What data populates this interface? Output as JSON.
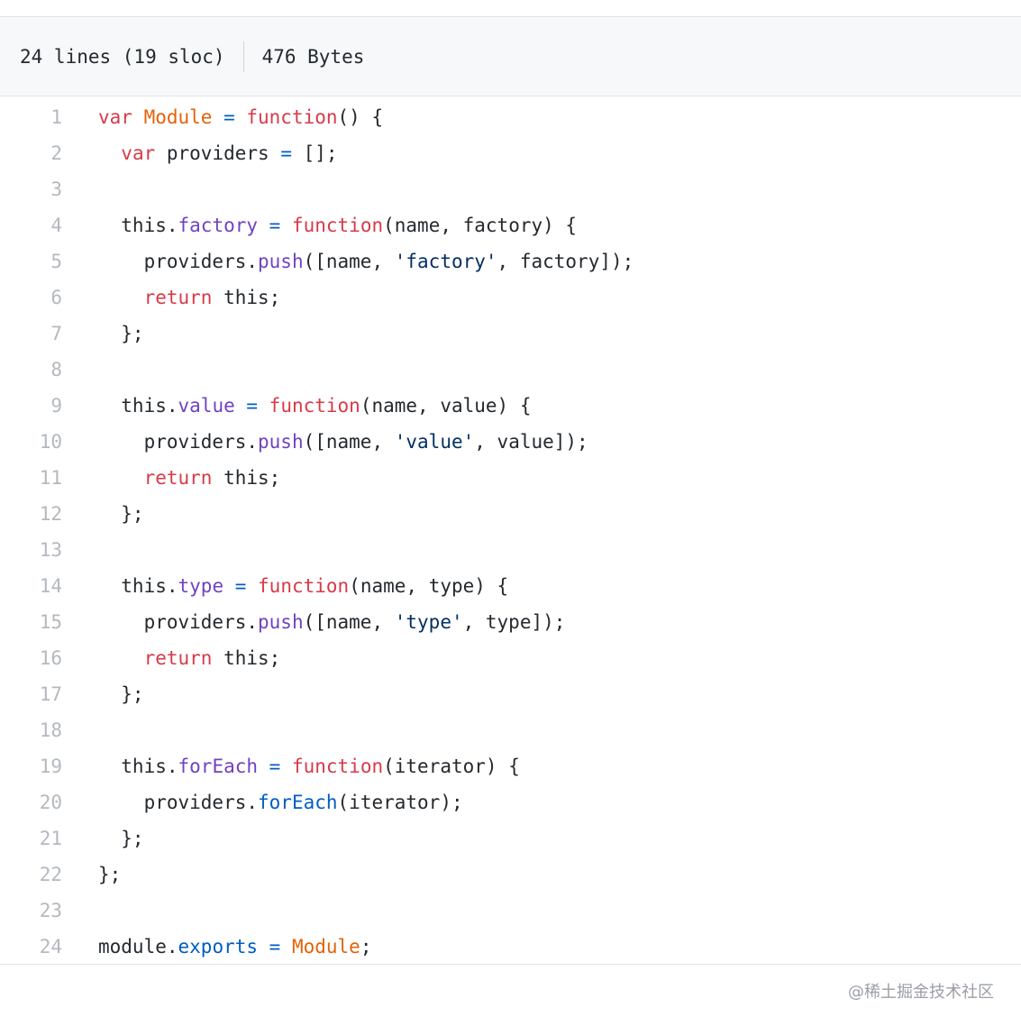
{
  "file_info": {
    "lines": "24 lines (19 sloc)",
    "size": "476 Bytes"
  },
  "code": [
    {
      "num": "1",
      "tokens": [
        [
          "kw",
          "var "
        ],
        [
          "fn",
          "Module"
        ],
        [
          "op",
          " = "
        ],
        [
          "kw",
          "function"
        ],
        [
          "plain",
          "() {"
        ]
      ]
    },
    {
      "num": "2",
      "tokens": [
        [
          "plain",
          "  "
        ],
        [
          "kw",
          "var"
        ],
        [
          "plain",
          " providers "
        ],
        [
          "op",
          "="
        ],
        [
          "plain",
          " [];"
        ]
      ]
    },
    {
      "num": "3",
      "tokens": []
    },
    {
      "num": "4",
      "tokens": [
        [
          "plain",
          "  this."
        ],
        [
          "prop",
          "factory"
        ],
        [
          "op",
          " = "
        ],
        [
          "kw",
          "function"
        ],
        [
          "plain",
          "(name, factory) {"
        ]
      ]
    },
    {
      "num": "5",
      "tokens": [
        [
          "plain",
          "    providers."
        ],
        [
          "prop",
          "push"
        ],
        [
          "plain",
          "([name, "
        ],
        [
          "str",
          "'factory'"
        ],
        [
          "plain",
          ", factory]);"
        ]
      ]
    },
    {
      "num": "6",
      "tokens": [
        [
          "plain",
          "    "
        ],
        [
          "kw",
          "return"
        ],
        [
          "plain",
          " this;"
        ]
      ]
    },
    {
      "num": "7",
      "tokens": [
        [
          "plain",
          "  };"
        ]
      ]
    },
    {
      "num": "8",
      "tokens": []
    },
    {
      "num": "9",
      "tokens": [
        [
          "plain",
          "  this."
        ],
        [
          "prop",
          "value"
        ],
        [
          "op",
          " = "
        ],
        [
          "kw",
          "function"
        ],
        [
          "plain",
          "(name, value) {"
        ]
      ]
    },
    {
      "num": "10",
      "tokens": [
        [
          "plain",
          "    providers."
        ],
        [
          "prop",
          "push"
        ],
        [
          "plain",
          "([name, "
        ],
        [
          "str",
          "'value'"
        ],
        [
          "plain",
          ", value]);"
        ]
      ]
    },
    {
      "num": "11",
      "tokens": [
        [
          "plain",
          "    "
        ],
        [
          "kw",
          "return"
        ],
        [
          "plain",
          " this;"
        ]
      ]
    },
    {
      "num": "12",
      "tokens": [
        [
          "plain",
          "  };"
        ]
      ]
    },
    {
      "num": "13",
      "tokens": []
    },
    {
      "num": "14",
      "tokens": [
        [
          "plain",
          "  this."
        ],
        [
          "prop",
          "type"
        ],
        [
          "op",
          " = "
        ],
        [
          "kw",
          "function"
        ],
        [
          "plain",
          "(name, type) {"
        ]
      ]
    },
    {
      "num": "15",
      "tokens": [
        [
          "plain",
          "    providers."
        ],
        [
          "prop",
          "push"
        ],
        [
          "plain",
          "([name, "
        ],
        [
          "str",
          "'type'"
        ],
        [
          "plain",
          ", type]);"
        ]
      ]
    },
    {
      "num": "16",
      "tokens": [
        [
          "plain",
          "    "
        ],
        [
          "kw",
          "return"
        ],
        [
          "plain",
          " this;"
        ]
      ]
    },
    {
      "num": "17",
      "tokens": [
        [
          "plain",
          "  };"
        ]
      ]
    },
    {
      "num": "18",
      "tokens": []
    },
    {
      "num": "19",
      "tokens": [
        [
          "plain",
          "  this."
        ],
        [
          "prop",
          "forEach"
        ],
        [
          "op",
          " = "
        ],
        [
          "kw",
          "function"
        ],
        [
          "plain",
          "(iterator) {"
        ]
      ]
    },
    {
      "num": "20",
      "tokens": [
        [
          "plain",
          "    providers."
        ],
        [
          "exp",
          "forEach"
        ],
        [
          "plain",
          "(iterator);"
        ]
      ]
    },
    {
      "num": "21",
      "tokens": [
        [
          "plain",
          "  };"
        ]
      ]
    },
    {
      "num": "22",
      "tokens": [
        [
          "plain",
          "};"
        ]
      ]
    },
    {
      "num": "23",
      "tokens": []
    },
    {
      "num": "24",
      "tokens": [
        [
          "plain",
          "module."
        ],
        [
          "exp",
          "exports"
        ],
        [
          "op",
          " = "
        ],
        [
          "fn",
          "Module"
        ],
        [
          "plain",
          ";"
        ]
      ]
    }
  ],
  "watermark": "@稀土掘金技术社区",
  "colors": {
    "keyword": "#d73a49",
    "function_name": "#e36209",
    "property": "#6f42c1",
    "string": "#032f62",
    "entity": "#005cc5",
    "line_number": "#b4b9bf",
    "header_bg": "#f6f8fa"
  }
}
